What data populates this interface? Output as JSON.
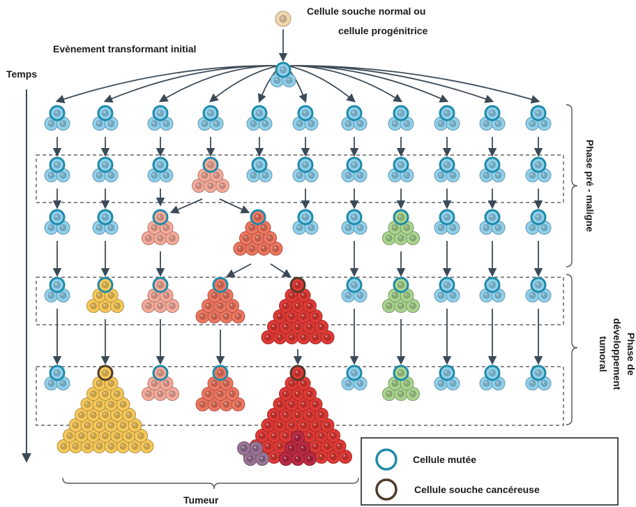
{
  "texts": {
    "normal_cell_line1": "Cellule souche normal ou",
    "normal_cell_line2": "cellule progénitrice",
    "initial_event": "Evènement transformant initial",
    "time_axis": "Temps",
    "phase_premaligne": "Phase pré - maligne",
    "phase_dev_line1": "Phase de",
    "phase_dev_line2": "développement",
    "phase_dev_line3": "tumoral",
    "tumor": "Tumeur"
  },
  "legend": {
    "mutated_cell": "Cellule mutée",
    "cancer_stem_cell": "Cellule souche cancéreuse"
  },
  "colors": {
    "mutated_ring": "#1e8aa8",
    "blue_cell": "#8fd0ec",
    "cancer_ring": "#4e3a28",
    "salmon": "#f5ab9a",
    "coral": "#ee7660",
    "red": "#e03a36",
    "yellow": "#f6c85a",
    "green": "#a9d48f",
    "purple": "#9a7496",
    "normal_cell": "#f0d6ae"
  }
}
